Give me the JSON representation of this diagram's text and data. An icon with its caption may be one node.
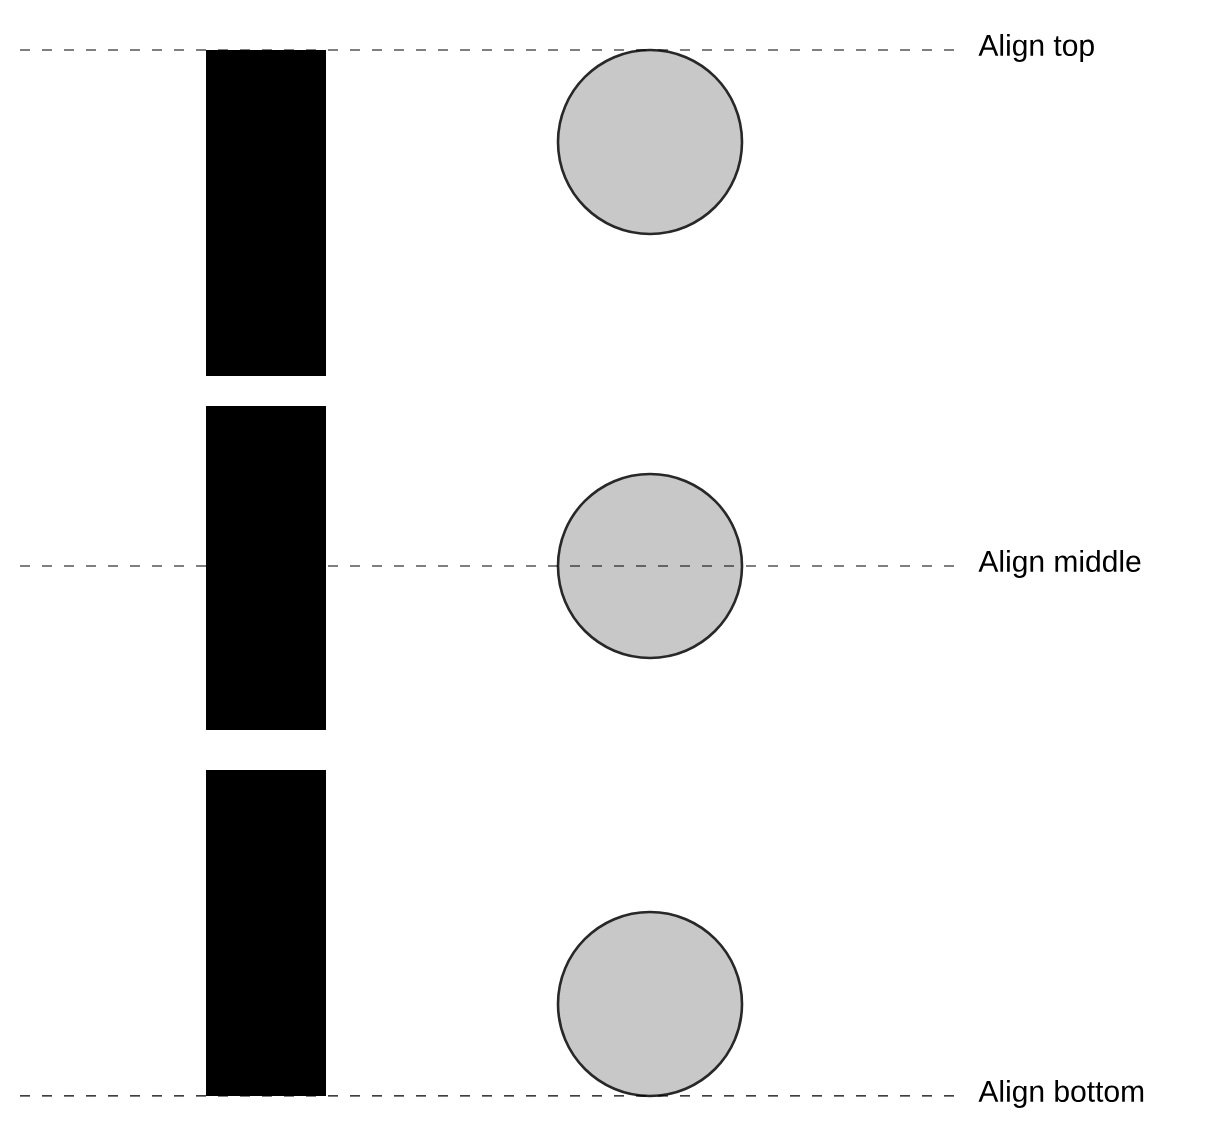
{
  "diagram": {
    "nodes": [
      {
        "text": [],
        "shape": "bar"
      },
      {
        "text": [],
        "shape": "circle"
      },
      {
        "text": [],
        "shape": "bar"
      },
      {
        "text": [],
        "shape": "circle"
      },
      {
        "text": [],
        "shape": "bar"
      },
      {
        "text": [],
        "shape": "circle"
      }
    ],
    "labels": [
      "Align top",
      "Align middle",
      "Align bottom"
    ]
  }
}
